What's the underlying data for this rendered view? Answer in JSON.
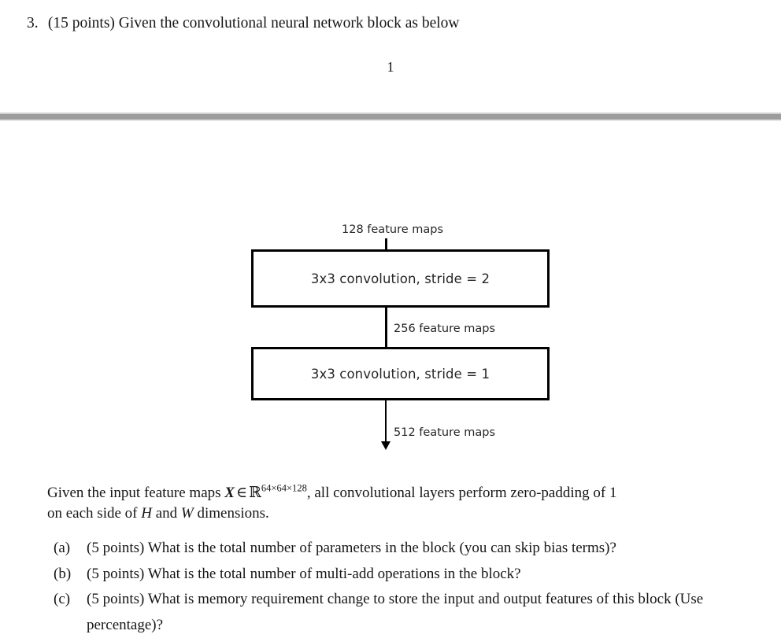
{
  "document": {
    "question_number": "3.",
    "question_points": "(15 points)",
    "question_prompt": "Given the convolutional neural network block as below",
    "page_number": "1"
  },
  "diagram": {
    "type": "flowchart",
    "input_label": "128 feature maps",
    "blocks": [
      {
        "label": "3x3 convolution, stride = 2",
        "output_label": "256 feature maps"
      },
      {
        "label": "3x3 convolution, stride = 1",
        "output_label": "512 feature maps"
      }
    ],
    "box_border_color": "#000000",
    "text_color": "#262626"
  },
  "prose": {
    "lead_in": "Given the input feature maps ",
    "variable_X": "X",
    "element_of": "∈",
    "real_set": "ℝ",
    "tensor_shape": "64×64×128",
    "after_shape": ", all convolutional layers perform zero-padding of 1",
    "line2_before_H": "on each side of ",
    "variable_H": "H",
    "line2_between": " and ",
    "variable_W": "W",
    "line2_after": " dimensions."
  },
  "subquestions": [
    {
      "label": "(a)",
      "points": "(5 points)",
      "text": "What is the total number of parameters in the block (you can skip bias terms)?"
    },
    {
      "label": "(b)",
      "points": "(5 points)",
      "text": "What is the total number of multi-add operations in the block?"
    },
    {
      "label": "(c)",
      "points": "(5 points)",
      "text": "What is memory requirement change to store the input and output features of this block (Use percentage)?"
    }
  ],
  "separator": {
    "band_color": "#9d9d9d"
  }
}
